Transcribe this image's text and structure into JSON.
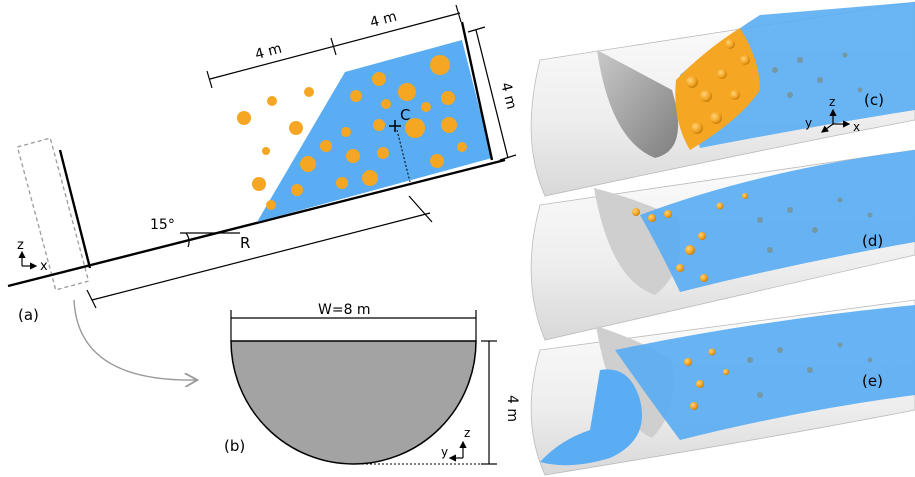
{
  "colors": {
    "water": "#5aadf2",
    "sphere": "#f5a623",
    "gate": "#a8a8a8",
    "pipe": "#f0f0f0",
    "line": "#000000",
    "dashed": "#9a9a9a"
  },
  "schematic": {
    "panel_a_label": "(a)",
    "dim_top_left": "4 m",
    "dim_top_right": "4 m",
    "dim_right": "4 m",
    "angle_label": "15°",
    "center_label": "C",
    "runout_label": "R",
    "axis_z": "z",
    "axis_x": "x"
  },
  "cross_section": {
    "panel_label": "(b)",
    "width_label": "W=8 m",
    "depth_label": "4 m",
    "axis_z": "z",
    "axis_y": "y"
  },
  "renders": {
    "panel_c_label": "(c)",
    "panel_d_label": "(d)",
    "panel_e_label": "(e)",
    "axis_z": "z",
    "axis_y": "y",
    "axis_x": "x"
  }
}
